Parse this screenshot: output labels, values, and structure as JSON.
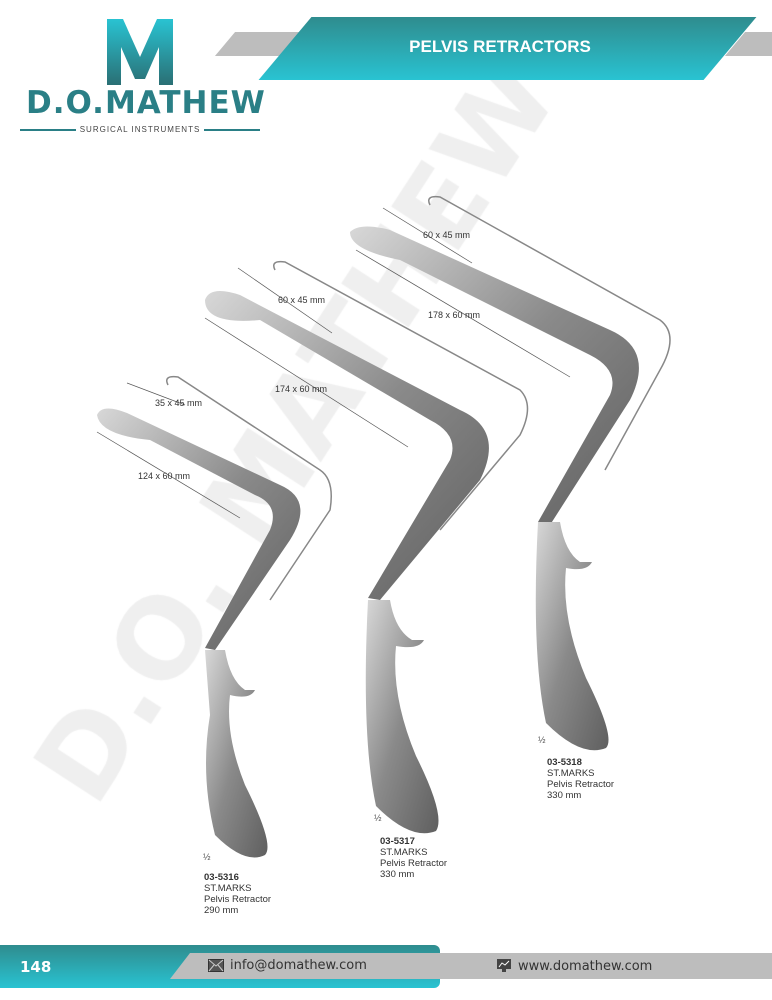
{
  "brand": {
    "name": "D.O.MATHEW",
    "tagline": "SURGICAL INSTRUMENTS",
    "watermark": "D.O. MATHEW"
  },
  "header": {
    "title": "PELVIS RETRACTORS"
  },
  "products": [
    {
      "code": "03-5316",
      "brand": "ST.MARKS",
      "name": "Pelvis Retractor",
      "length": "290 mm",
      "scale": "½",
      "dims": [
        "35 x 45 mm",
        "124 x 60 mm"
      ]
    },
    {
      "code": "03-5317",
      "brand": "ST.MARKS",
      "name": "Pelvis Retractor",
      "length": "330 mm",
      "scale": "½",
      "dims": [
        "60 x 45 mm",
        "174 x 60 mm"
      ]
    },
    {
      "code": "03-5318",
      "brand": "ST.MARKS",
      "name": "Pelvis Retractor",
      "length": "330 mm",
      "scale": "½",
      "dims": [
        "60 x 45 mm",
        "178 x 60 mm"
      ]
    }
  ],
  "footer": {
    "page": "148",
    "email": "info@domathew.com",
    "website": "www.domathew.com",
    "email_icon": "envelope-icon",
    "web_icon": "monitor-icon"
  },
  "colors": {
    "teal": "#2f8c8e",
    "cyan": "#29c3d2",
    "gray": "#bdbdbd"
  }
}
